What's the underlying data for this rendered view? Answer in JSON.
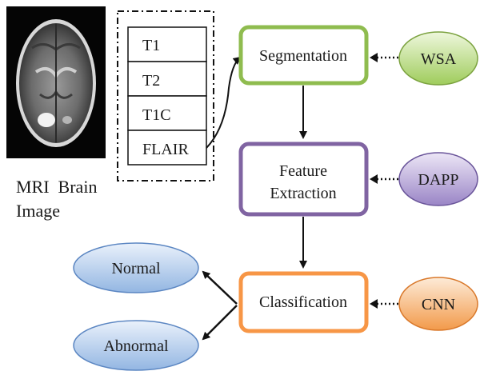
{
  "mri": {
    "caption_line1": "MRI  Brain",
    "caption_line2": "Image"
  },
  "modalities": [
    "T1",
    "T2",
    "T1C",
    "FLAIR"
  ],
  "steps": {
    "segmentation": "Segmentation",
    "feature_line1": "Feature",
    "feature_line2": "Extraction",
    "classification": "Classification"
  },
  "methods": {
    "wsa": "WSA",
    "dapp": "DAPP",
    "cnn": "CNN"
  },
  "outcomes": {
    "normal": "Normal",
    "abnormal": "Abnormal"
  },
  "colors": {
    "segmentation_border": "#8fbc4f",
    "feature_border": "#8064a2",
    "classification_border": "#f79646",
    "wsa_fill": "#c6e09a",
    "dapp_fill": "#c2b3dc",
    "cnn_fill": "#f7c08a",
    "outcome_fill": "#bcd3ee"
  }
}
